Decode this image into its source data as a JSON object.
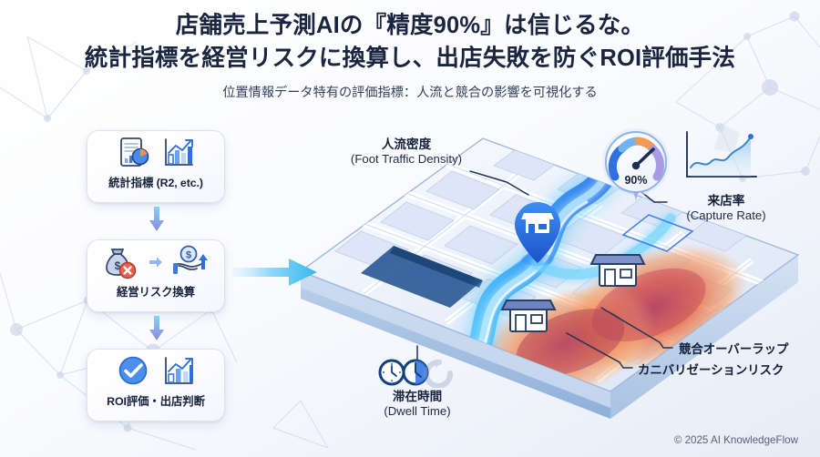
{
  "header": {
    "title_line1": "店舗売上予測AIの『精度90%』は信じるな。",
    "title_line2": "統計指標を経営リスクに換算し、出店失敗を防ぐROI評価手法",
    "subtitle": "位置情報データ特有の評価指標：人流と競合の影響を可視化する"
  },
  "flow": {
    "cards": [
      {
        "id": "statistical-metrics",
        "label": "統計指標 (R2, etc.)",
        "icons": [
          "report-pie-chart-icon",
          "bar-chart-growth-icon"
        ]
      },
      {
        "id": "business-risk-conversion",
        "label": "経営リスク換算",
        "icons": [
          "money-bag-risk-icon",
          "hand-coin-icon"
        ]
      },
      {
        "id": "roi-evaluation",
        "label": "ROI評価・出店判断",
        "icons": [
          "check-circle-icon",
          "bar-chart-growth-icon"
        ]
      }
    ],
    "connector_down_icon": "arrow-down-icon",
    "connector_right_icon": "arrow-right-icon"
  },
  "map": {
    "foot_traffic": {
      "jp": "人流密度",
      "en": "(Foot Traffic Density)"
    },
    "capture_rate": {
      "jp": "来店率",
      "en": "(Capture Rate)"
    },
    "dwell_time": {
      "jp": "滞在時間",
      "en": "(Dwell Time)"
    },
    "competitive_overlap": {
      "jp": "競合オーバーラップ"
    },
    "cannibalization_risk": {
      "jp": "カニバリゼーションリスク"
    },
    "gauge": {
      "value_label": "90%",
      "icon": "speedometer-gauge-icon"
    },
    "markers": [
      {
        "icon": "store-pin-icon",
        "type": "pin"
      },
      {
        "icon": "store-icon",
        "type": "competitor"
      },
      {
        "icon": "store-icon",
        "type": "competitor"
      }
    ],
    "mini_chart_icon": "area-trend-chart-icon",
    "clock_icons": [
      "clock-icon",
      "clock-half-icon",
      "clock-refresh-icon"
    ]
  },
  "footer": {
    "copyright": "© 2025 AI KnowledgeFlow"
  },
  "colors": {
    "title": "#1a2540",
    "accent_blue": "#2f7bf0",
    "flow_cyan": "#3ec2f5",
    "heat_orange": "#f28a4b",
    "heat_deep": "#b8405a",
    "purple": "#9b8ede"
  }
}
